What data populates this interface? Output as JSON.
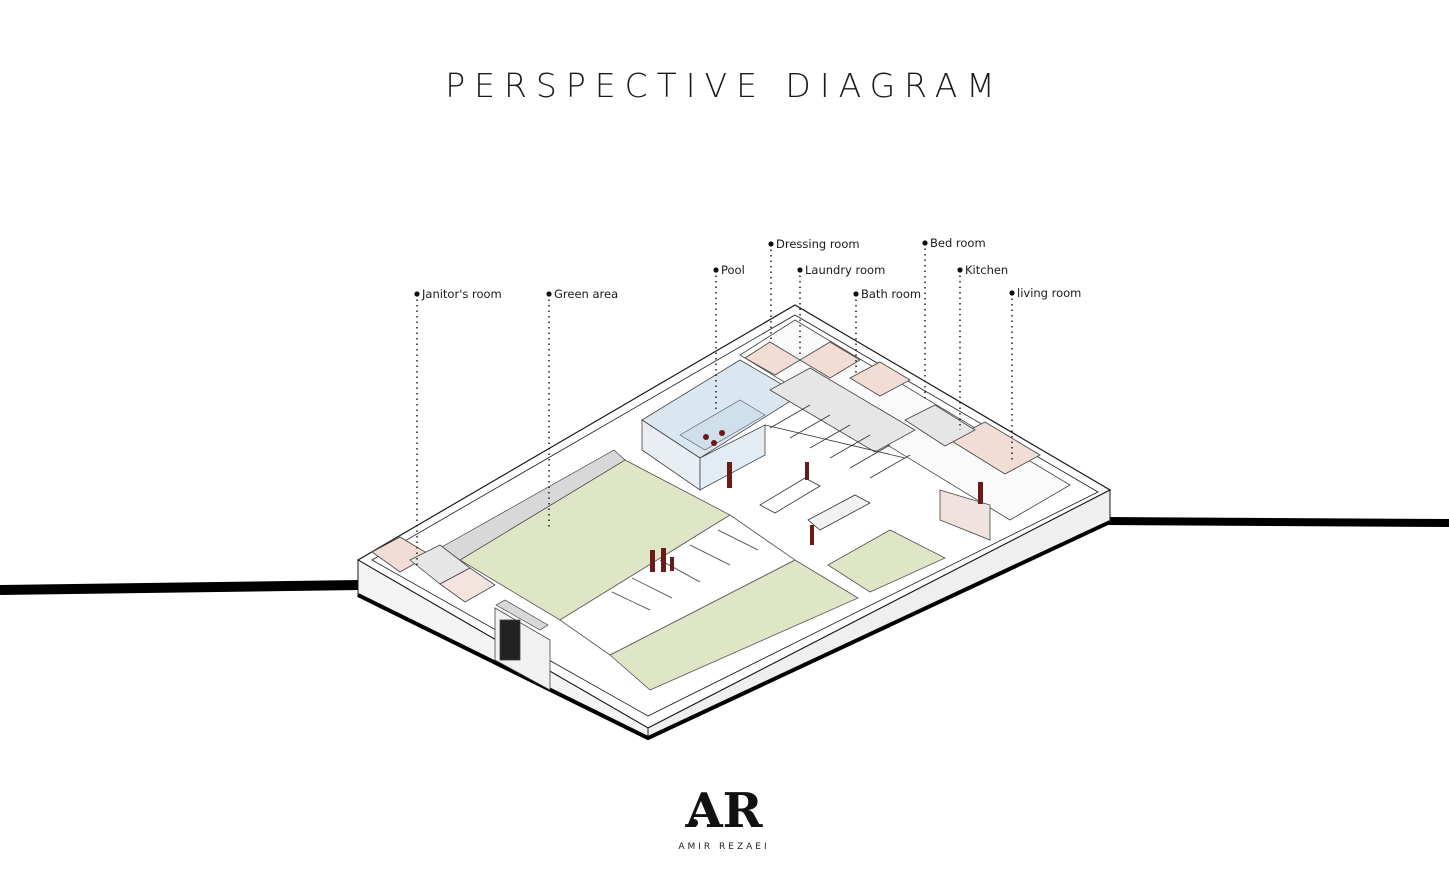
{
  "title": "PERSPECTIVE DIAGRAM",
  "labels": [
    {
      "id": "janitor",
      "text": "Janitor's room"
    },
    {
      "id": "green",
      "text": "Green area"
    },
    {
      "id": "pool",
      "text": "Pool"
    },
    {
      "id": "dressing",
      "text": "Dressing room"
    },
    {
      "id": "laundry",
      "text": "Laundry room"
    },
    {
      "id": "bath",
      "text": "Bath room"
    },
    {
      "id": "bed",
      "text": "Bed room"
    },
    {
      "id": "kitchen",
      "text": "Kitchen"
    },
    {
      "id": "living",
      "text": "living room"
    }
  ],
  "logo": {
    "mark": "AR",
    "name": "AMIR REZAEI"
  },
  "colors": {
    "green": "#dfe6c6",
    "pool": "#dbe7f0",
    "rooms": "#f1dcd6",
    "figure": "#6b1a1a",
    "ground": "#000000"
  }
}
